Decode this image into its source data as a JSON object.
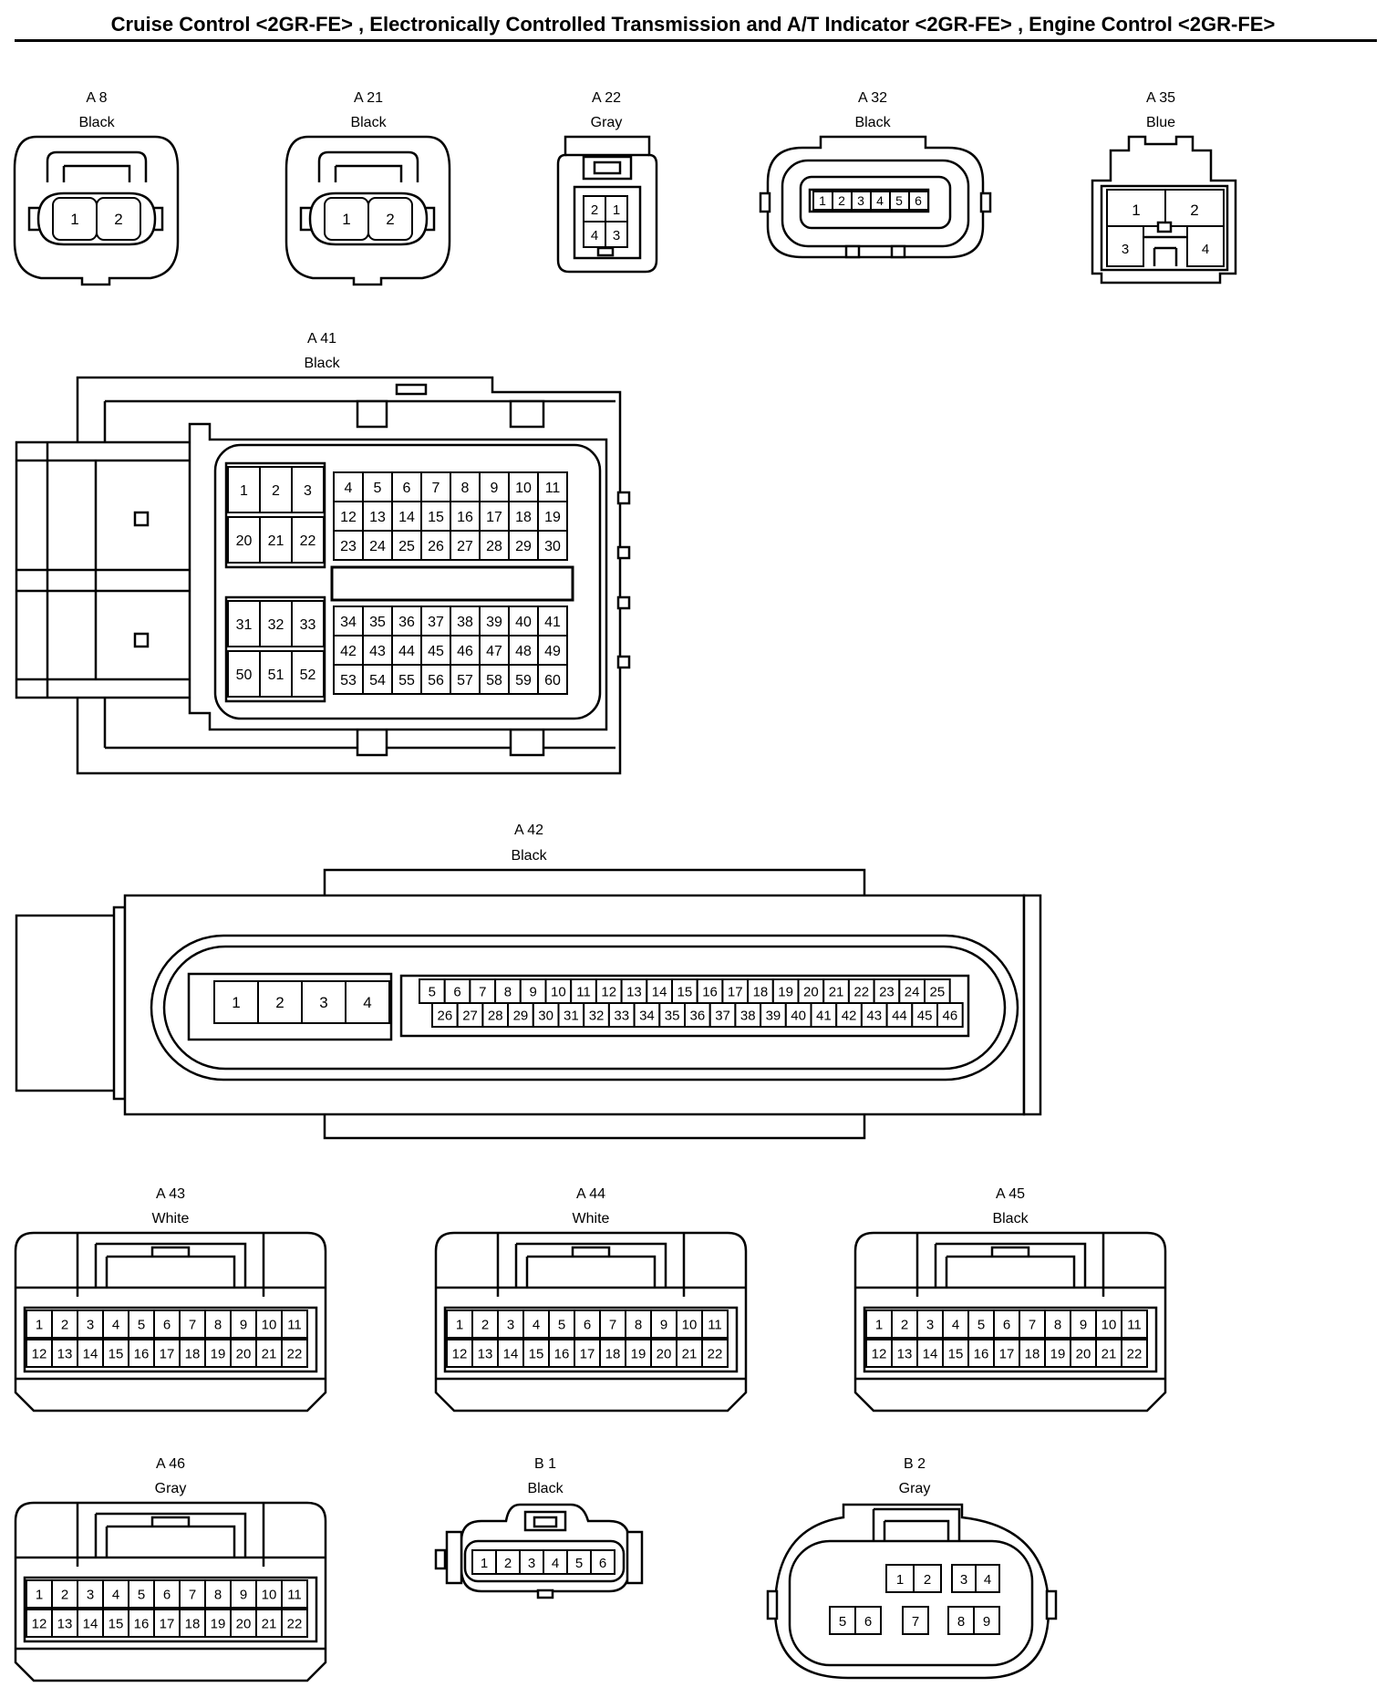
{
  "title": "Cruise Control <2GR-FE> , Electronically Controlled Transmission and A/T Indicator <2GR-FE> , Engine Control <2GR-FE>",
  "connectors": [
    {
      "id": "A 8",
      "color": "Black"
    },
    {
      "id": "A 21",
      "color": "Black"
    },
    {
      "id": "A 22",
      "color": "Gray"
    },
    {
      "id": "A 32",
      "color": "Black"
    },
    {
      "id": "A 35",
      "color": "Blue"
    },
    {
      "id": "A 41",
      "color": "Black"
    },
    {
      "id": "A 42",
      "color": "Black"
    },
    {
      "id": "A 43",
      "color": "White"
    },
    {
      "id": "A 44",
      "color": "White"
    },
    {
      "id": "A 45",
      "color": "Black"
    },
    {
      "id": "A 46",
      "color": "Gray"
    },
    {
      "id": "B 1",
      "color": "Black"
    },
    {
      "id": "B 2",
      "color": "Gray"
    }
  ]
}
